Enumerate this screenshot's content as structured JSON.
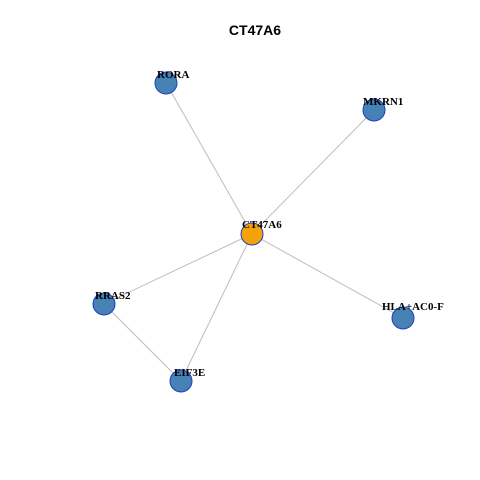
{
  "title": "CT47A6",
  "colors": {
    "hub_fill": "#f5a10a",
    "hub_stroke": "#7a4f00",
    "node_fill": "#4682b4",
    "node_stroke": "#1f3fbf",
    "edge": "#bdbdbd"
  },
  "nodes": [
    {
      "id": "CT47A6",
      "label": "CT47A6",
      "hub": true
    },
    {
      "id": "RORA",
      "label": "RORA",
      "hub": false
    },
    {
      "id": "MKRN1",
      "label": "MKRN1",
      "hub": false
    },
    {
      "id": "RRAS2",
      "label": "RRAS2",
      "hub": false
    },
    {
      "id": "HLA+AC0-F",
      "label": "HLA+AC0-F",
      "hub": false
    },
    {
      "id": "EIF3E",
      "label": "EIF3E",
      "hub": false
    }
  ],
  "edges": [
    {
      "source": "CT47A6",
      "target": "RORA"
    },
    {
      "source": "CT47A6",
      "target": "MKRN1"
    },
    {
      "source": "CT47A6",
      "target": "RRAS2"
    },
    {
      "source": "CT47A6",
      "target": "HLA+AC0-F"
    },
    {
      "source": "CT47A6",
      "target": "EIF3E"
    },
    {
      "source": "RRAS2",
      "target": "EIF3E"
    }
  ]
}
